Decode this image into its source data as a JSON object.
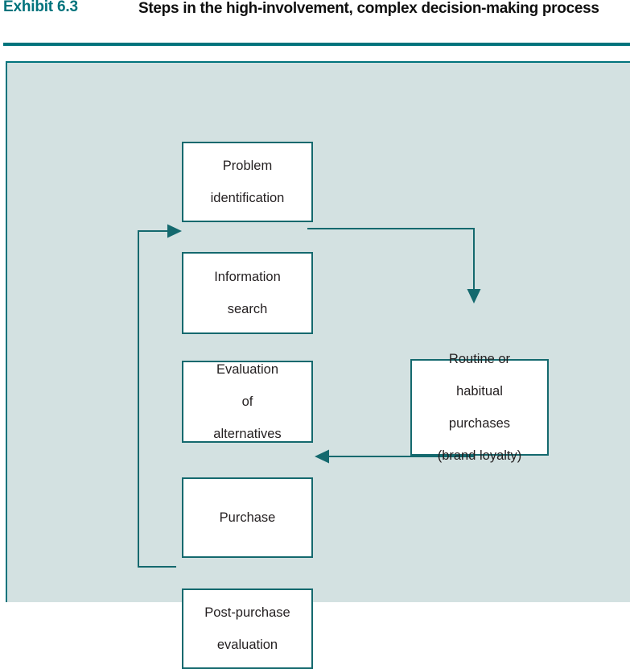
{
  "header": {
    "exhibit_label": "Exhibit 6.3",
    "title": "Steps in the high-involvement, complex decision-making process",
    "label_color": "#00737c",
    "rule_color": "#00737c"
  },
  "panel": {
    "background_color": "#d3e1e1",
    "border_color": "#00737c"
  },
  "diagram": {
    "type": "flowchart",
    "node_fill": "#ffffff",
    "node_border_color": "#14696e",
    "connector_color": "#14696e",
    "nodes": [
      {
        "id": "problem",
        "label": "Problem\nidentification",
        "lines": [
          "Problem",
          "identification"
        ]
      },
      {
        "id": "info",
        "label": "Information\nsearch",
        "lines": [
          "Information",
          "search"
        ]
      },
      {
        "id": "eval",
        "label": "Evaluation\nof\nalternatives",
        "lines": [
          "Evaluation",
          "of",
          "alternatives"
        ]
      },
      {
        "id": "purchase",
        "label": "Purchase",
        "lines": [
          "Purchase"
        ]
      },
      {
        "id": "post",
        "label": "Post-purchase\nevaluation",
        "lines": [
          "Post-purchase",
          "evaluation"
        ]
      },
      {
        "id": "routine",
        "label": "Routine or\nhabitual\npurchases\n(brand loyalty)",
        "lines": [
          "Routine or",
          "habitual",
          "purchases",
          "(brand loyalty)"
        ]
      }
    ],
    "edges": [
      {
        "from": "problem",
        "to": "info",
        "style": "straight-down"
      },
      {
        "from": "info",
        "to": "eval",
        "style": "straight-down"
      },
      {
        "from": "eval",
        "to": "purchase",
        "style": "straight-down"
      },
      {
        "from": "purchase",
        "to": "post",
        "style": "straight-down"
      },
      {
        "from": "info",
        "to": "routine",
        "style": "right-then-down"
      },
      {
        "from": "routine",
        "to": "purchase",
        "style": "down-then-left"
      },
      {
        "from": "post",
        "to": "info",
        "style": "left-then-up (feedback loop)"
      }
    ]
  },
  "node_text": {
    "problem_l1": "Problem",
    "problem_l2": "identification",
    "info_l1": "Information",
    "info_l2": "search",
    "eval_l1": "Evaluation",
    "eval_l2": "of",
    "eval_l3": "alternatives",
    "purchase_l1": "Purchase",
    "post_l1": "Post-purchase",
    "post_l2": "evaluation",
    "routine_l1": "Routine or",
    "routine_l2": "habitual",
    "routine_l3": "purchases",
    "routine_l4": "(brand loyalty)"
  }
}
